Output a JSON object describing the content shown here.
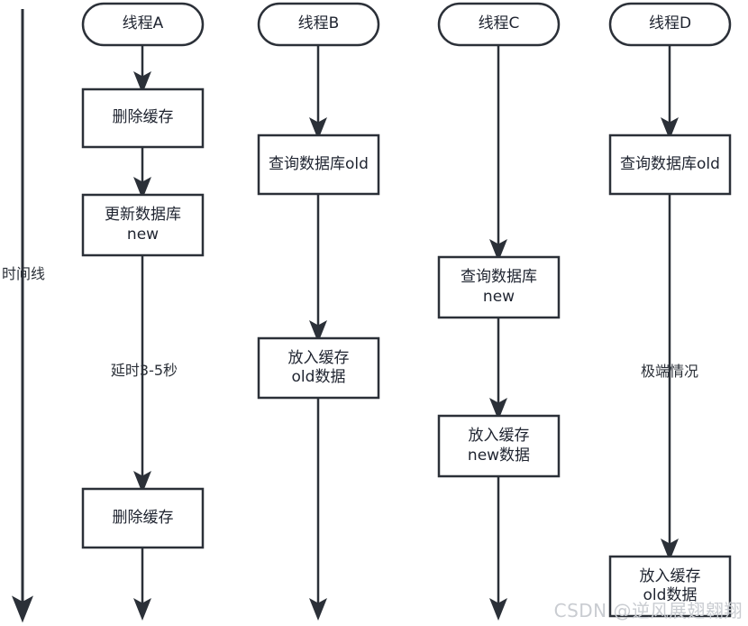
{
  "diagram": {
    "type": "swimlane-sequence-flowchart",
    "stroke_color": "#2b3038",
    "fill_color": "#ffffff",
    "text_color": "#1f2430",
    "timeline": {
      "label": "时间线",
      "arrow_direction": "down"
    },
    "lanes": [
      {
        "id": "thread-a",
        "header": "线程A",
        "nodes": [
          {
            "id": "a-1",
            "text": "删除缓存"
          },
          {
            "id": "a-2",
            "text": "更新数据库\nnew"
          },
          {
            "id": "a-3",
            "text": "删除缓存"
          }
        ],
        "edge_labels": [
          {
            "id": "a-delay",
            "text": "延时3-5秒"
          }
        ]
      },
      {
        "id": "thread-b",
        "header": "线程B",
        "nodes": [
          {
            "id": "b-1",
            "text": "查询数据库old"
          },
          {
            "id": "b-2",
            "text": "放入缓存\nold数据"
          }
        ],
        "edge_labels": []
      },
      {
        "id": "thread-c",
        "header": "线程C",
        "nodes": [
          {
            "id": "c-1",
            "text": "查询数据库\nnew"
          },
          {
            "id": "c-2",
            "text": "放入缓存\nnew数据"
          }
        ],
        "edge_labels": []
      },
      {
        "id": "thread-d",
        "header": "线程D",
        "nodes": [
          {
            "id": "d-1",
            "text": "查询数据库old"
          },
          {
            "id": "d-2",
            "text": "放入缓存\nold数据"
          }
        ],
        "edge_labels": [
          {
            "id": "d-extreme",
            "text": "极端情况"
          }
        ]
      }
    ]
  },
  "watermark": {
    "text": "CSDN @逆风展翅翱翔"
  }
}
